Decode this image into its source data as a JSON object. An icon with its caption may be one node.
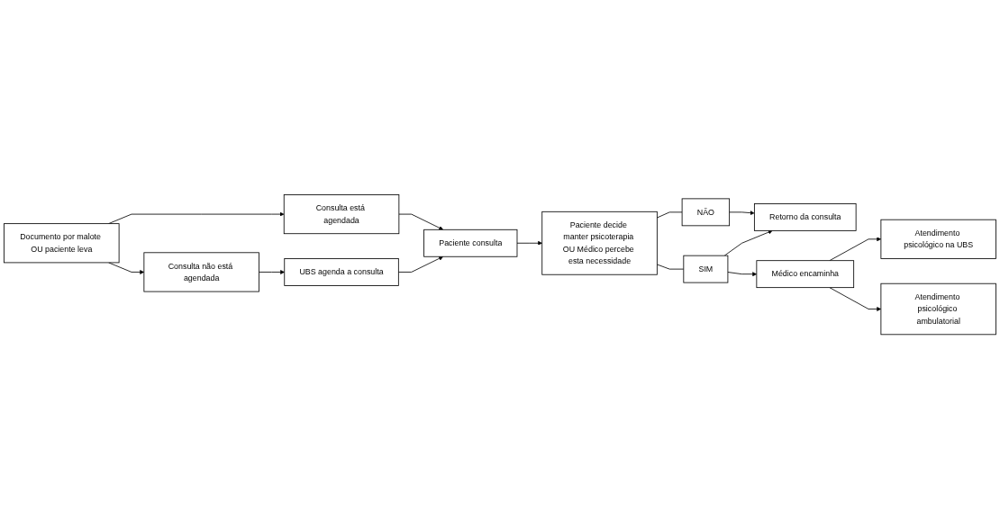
{
  "diagram": {
    "nodes": [
      {
        "text": [
          "Documento por malote OU paciente leva"
        ]
      },
      {
        "text": [
          "Consulta está agendada"
        ]
      },
      {
        "text": [
          "Consulta não está agendada"
        ]
      },
      {
        "text": [
          "UBS agenda a consulta"
        ]
      },
      {
        "text": [
          "Paciente consulta"
        ]
      },
      {
        "text": [
          "Paciente decide manter psicoterapia OU Médico percebe esta necessidade"
        ]
      },
      {
        "text": [
          "NÃO"
        ]
      },
      {
        "text": [
          "Retorno da consulta"
        ]
      },
      {
        "text": [
          "SIM"
        ]
      },
      {
        "text": [
          "Médico encaminha"
        ]
      },
      {
        "text": [
          "Atendimento psicológico na UBS"
        ]
      },
      {
        "text": [
          "Atendimento psicológico ambulatorial"
        ]
      }
    ],
    "edges": [
      {
        "from": 0,
        "to": 1,
        "arrow": "to"
      },
      {
        "from": 0,
        "to": 2,
        "arrow": "to"
      },
      {
        "from": 2,
        "to": 3,
        "arrow": "to"
      },
      {
        "from": 1,
        "to": 4,
        "arrow": "to"
      },
      {
        "from": 3,
        "to": 4,
        "arrow": "to"
      },
      {
        "from": 4,
        "to": 5,
        "arrow": "to"
      },
      {
        "from": 5,
        "to": 6,
        "arrow": "none"
      },
      {
        "from": 5,
        "to": 8,
        "arrow": "none"
      },
      {
        "from": 6,
        "to": 7,
        "arrow": "to"
      },
      {
        "from": 8,
        "to": 7,
        "arrow": "to"
      },
      {
        "from": 8,
        "to": 9,
        "arrow": "to"
      },
      {
        "from": 9,
        "to": 10,
        "arrow": "to"
      },
      {
        "from": 9,
        "to": 11,
        "arrow": "to"
      }
    ]
  }
}
